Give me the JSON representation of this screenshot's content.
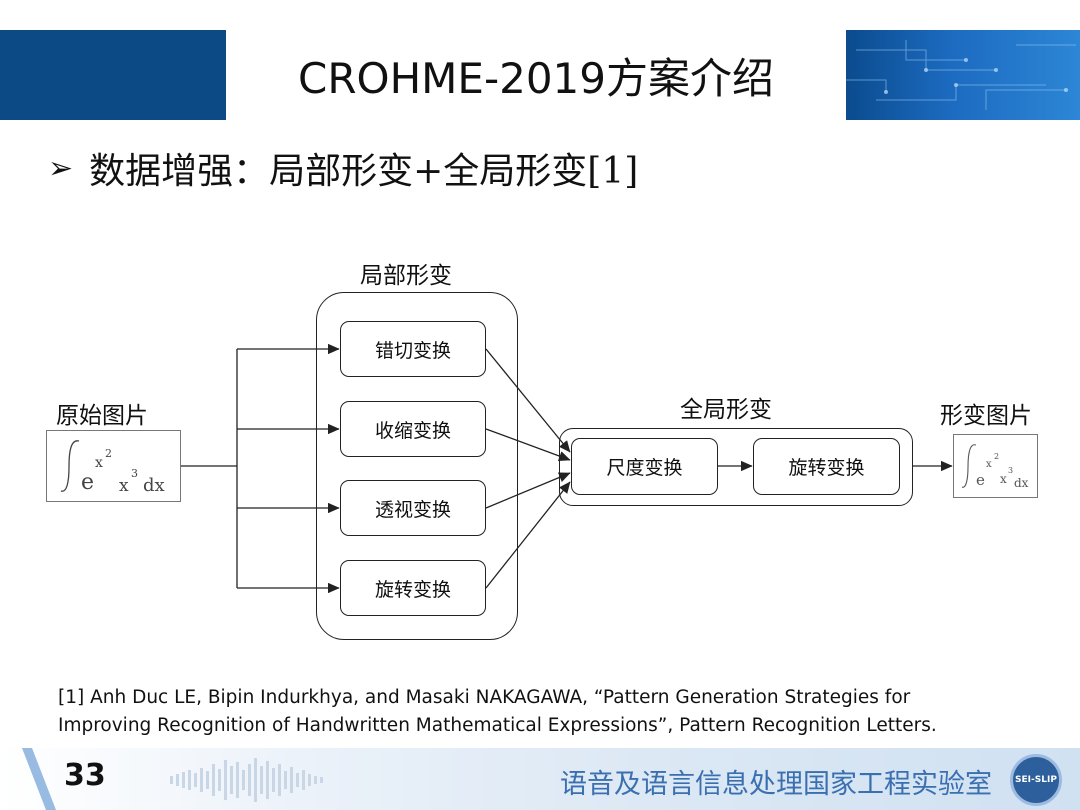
{
  "header": {
    "title": "CROHME-2019方案介绍"
  },
  "bullet": {
    "symbol": "➢",
    "text": "数据增强：局部形变+全局形变[1]"
  },
  "diagram": {
    "input_label": "原始图片",
    "output_label": "形变图片",
    "local_group_label": "局部形变",
    "global_group_label": "全局形变",
    "local_transforms": [
      "错切变换",
      "收缩变换",
      "透视变换",
      "旋转变换"
    ],
    "global_transforms": [
      "尺度变换",
      "旋转变换"
    ]
  },
  "reference": {
    "line1": "[1] Anh Duc LE, Bipin Indurkhya, and Masaki NAKAGAWA, “Pattern Generation Strategies for",
    "line2": "Improving Recognition of Handwritten Mathematical Expressions”, Pattern Recognition Letters."
  },
  "footer": {
    "page_number": "33",
    "lab_name": "语音及语言信息处理国家工程实验室",
    "logo_text": "SEI-SLIP"
  },
  "colors": {
    "header_blue": "#0c4a86",
    "lab_name_blue": "#3a6fb0"
  }
}
